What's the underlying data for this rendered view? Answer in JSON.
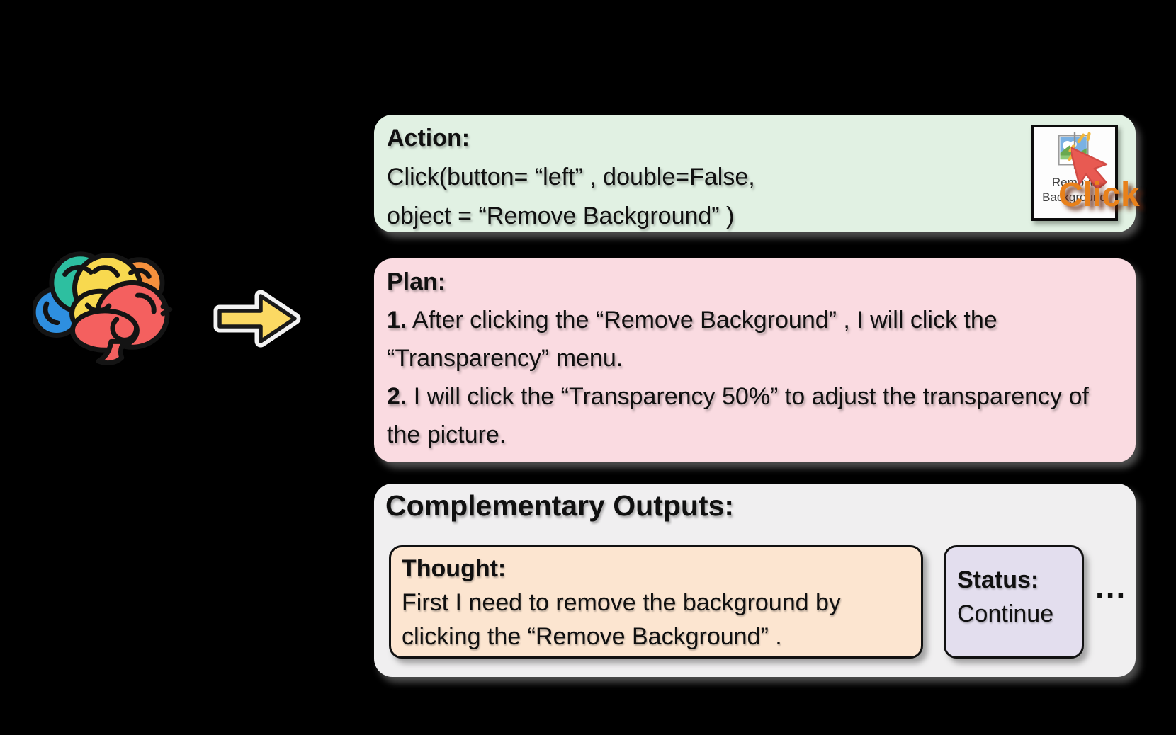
{
  "action_box": {
    "title": "Action:",
    "lines": [
      "Click(button= “left” , double=False,",
      "object = “Remove Background” )"
    ],
    "remove_button": {
      "line1": "Remove",
      "line2": "Background"
    },
    "click_label": "Click"
  },
  "plan_box": {
    "title": "Plan:",
    "items": [
      {
        "num": "1.",
        "text": " After clicking the “Remove Background” , I will click the “Transparency” menu."
      },
      {
        "num": "2.",
        "text": " I will click the “Transparency 50%” to adjust the transparency of the picture."
      }
    ]
  },
  "outputs_box": {
    "title": "Complementary Outputs:",
    "thought": {
      "title": "Thought:",
      "text": "First I need to remove the background by clicking the “Remove Background” ."
    },
    "status": {
      "title": "Status:",
      "value": "Continue"
    },
    "more": "..."
  },
  "icons": {
    "brain": "brain-icon",
    "arrow": "arrow-right-icon",
    "remove_background": "remove-background-icon",
    "cursor": "cursor-pointer-icon"
  },
  "colors": {
    "background": "#000000",
    "action_bg": "#e1f1e3",
    "plan_bg": "#fadbe1",
    "outputs_bg": "#f0eff0",
    "thought_bg": "#fce5d0",
    "status_bg": "#e3deee",
    "click_orange": "#e8811b",
    "cursor_red": "#e85a52",
    "arrow_yellow": "#fbd963",
    "brain_blue": "#2e8fe0",
    "brain_teal": "#2dbfa0",
    "brain_yellow": "#f8d94f",
    "brain_orange": "#f5913d",
    "brain_red": "#f4605f"
  }
}
